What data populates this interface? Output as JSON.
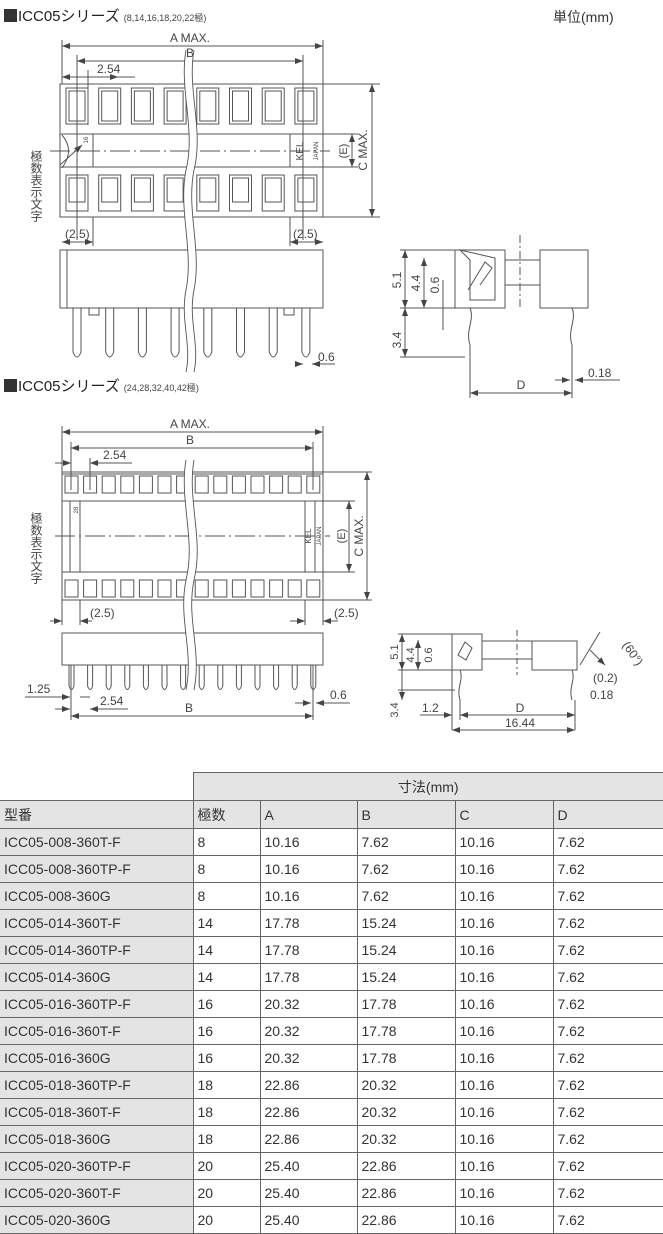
{
  "unit_label": "単位(mm)",
  "section1": {
    "title": "ICC05シリーズ",
    "subtitle": "(8,14,16,18,20,22極)",
    "dims": {
      "a_max": "A MAX.",
      "b": "B",
      "pitch": "2.54",
      "c_max": "C MAX.",
      "e": "(E)",
      "edge_left": "(2.5)",
      "edge_right": "(2.5)",
      "pin_width": "0.6",
      "marking_label": "極数表示文字",
      "pin_count_mark": "16",
      "brand": "KEL",
      "origin": "JAPAN"
    },
    "side": {
      "h51": "5.1",
      "h44": "4.4",
      "h06": "0.6",
      "h34": "3.4",
      "d": "D",
      "t018": "0.18"
    }
  },
  "section2": {
    "title": "ICC05シリーズ",
    "subtitle": "(24,28,32,40,42極)",
    "dims": {
      "a_max": "A MAX.",
      "b": "B",
      "pitch": "2.54",
      "c_max": "C MAX.",
      "e": "(E)",
      "edge_left": "(2.5)",
      "edge_right": "(2.5)",
      "pin_width": "0.6",
      "marking_label": "極数表示文字",
      "pin_count_mark": "28",
      "brand": "KEL",
      "origin": "JAPAN",
      "offset": "1.25",
      "pitch_bottom": "2.54",
      "b_bottom": "B"
    },
    "side": {
      "h51": "5.1",
      "h44": "4.4",
      "h06": "0.6",
      "h34": "3.4",
      "w12": "1.2",
      "d": "D",
      "w1644": "16.44",
      "angle": "(60°)",
      "gap": "(0.2)",
      "t018": "0.18"
    }
  },
  "table": {
    "group_header": "寸法(mm)",
    "headers": [
      "型番",
      "極数",
      "A",
      "B",
      "C",
      "D"
    ],
    "rows": [
      [
        "ICC05-008-360T-F",
        "8",
        "10.16",
        "7.62",
        "10.16",
        "7.62"
      ],
      [
        "ICC05-008-360TP-F",
        "8",
        "10.16",
        "7.62",
        "10.16",
        "7.62"
      ],
      [
        "ICC05-008-360G",
        "8",
        "10.16",
        "7.62",
        "10.16",
        "7.62"
      ],
      [
        "ICC05-014-360T-F",
        "14",
        "17.78",
        "15.24",
        "10.16",
        "7.62"
      ],
      [
        "ICC05-014-360TP-F",
        "14",
        "17.78",
        "15.24",
        "10.16",
        "7.62"
      ],
      [
        "ICC05-014-360G",
        "14",
        "17.78",
        "15.24",
        "10.16",
        "7.62"
      ],
      [
        "ICC05-016-360TP-F",
        "16",
        "20.32",
        "17.78",
        "10.16",
        "7.62"
      ],
      [
        "ICC05-016-360T-F",
        "16",
        "20.32",
        "17.78",
        "10.16",
        "7.62"
      ],
      [
        "ICC05-016-360G",
        "16",
        "20.32",
        "17.78",
        "10.16",
        "7.62"
      ],
      [
        "ICC05-018-360TP-F",
        "18",
        "22.86",
        "20.32",
        "10.16",
        "7.62"
      ],
      [
        "ICC05-018-360T-F",
        "18",
        "22.86",
        "20.32",
        "10.16",
        "7.62"
      ],
      [
        "ICC05-018-360G",
        "18",
        "22.86",
        "20.32",
        "10.16",
        "7.62"
      ],
      [
        "ICC05-020-360TP-F",
        "20",
        "25.40",
        "22.86",
        "10.16",
        "7.62"
      ],
      [
        "ICC05-020-360T-F",
        "20",
        "25.40",
        "22.86",
        "10.16",
        "7.62"
      ],
      [
        "ICC05-020-360G",
        "20",
        "25.40",
        "22.86",
        "10.16",
        "7.62"
      ]
    ]
  }
}
